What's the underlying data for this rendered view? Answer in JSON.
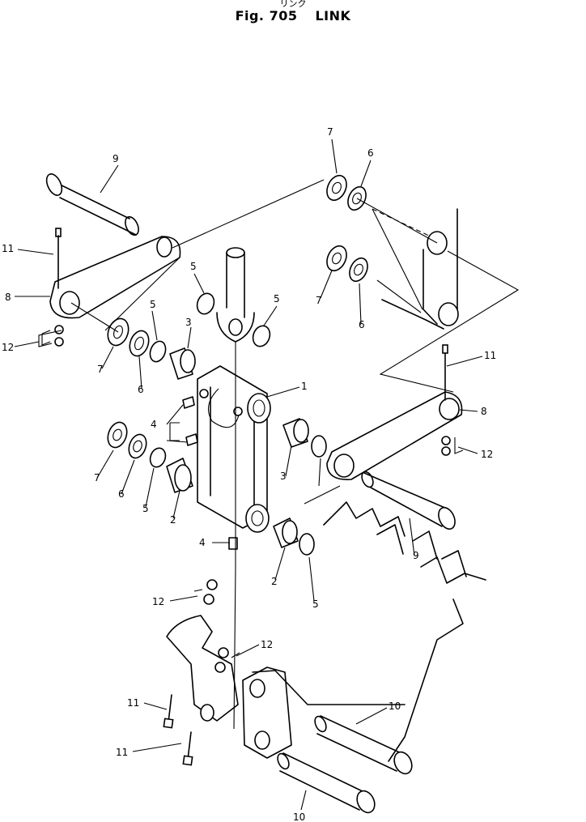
{
  "header": {
    "japanese": "リンク",
    "figure": "Fig. 705",
    "title": "LINK"
  },
  "callouts": [
    "1",
    "2",
    "2",
    "3",
    "3",
    "4",
    "4",
    "5",
    "5",
    "5",
    "5",
    "5",
    "6",
    "6",
    "6",
    "6",
    "7",
    "7",
    "7",
    "7",
    "8",
    "8",
    "9",
    "9",
    "10",
    "10",
    "11",
    "11",
    "11",
    "11",
    "12",
    "12",
    "12",
    "12"
  ]
}
